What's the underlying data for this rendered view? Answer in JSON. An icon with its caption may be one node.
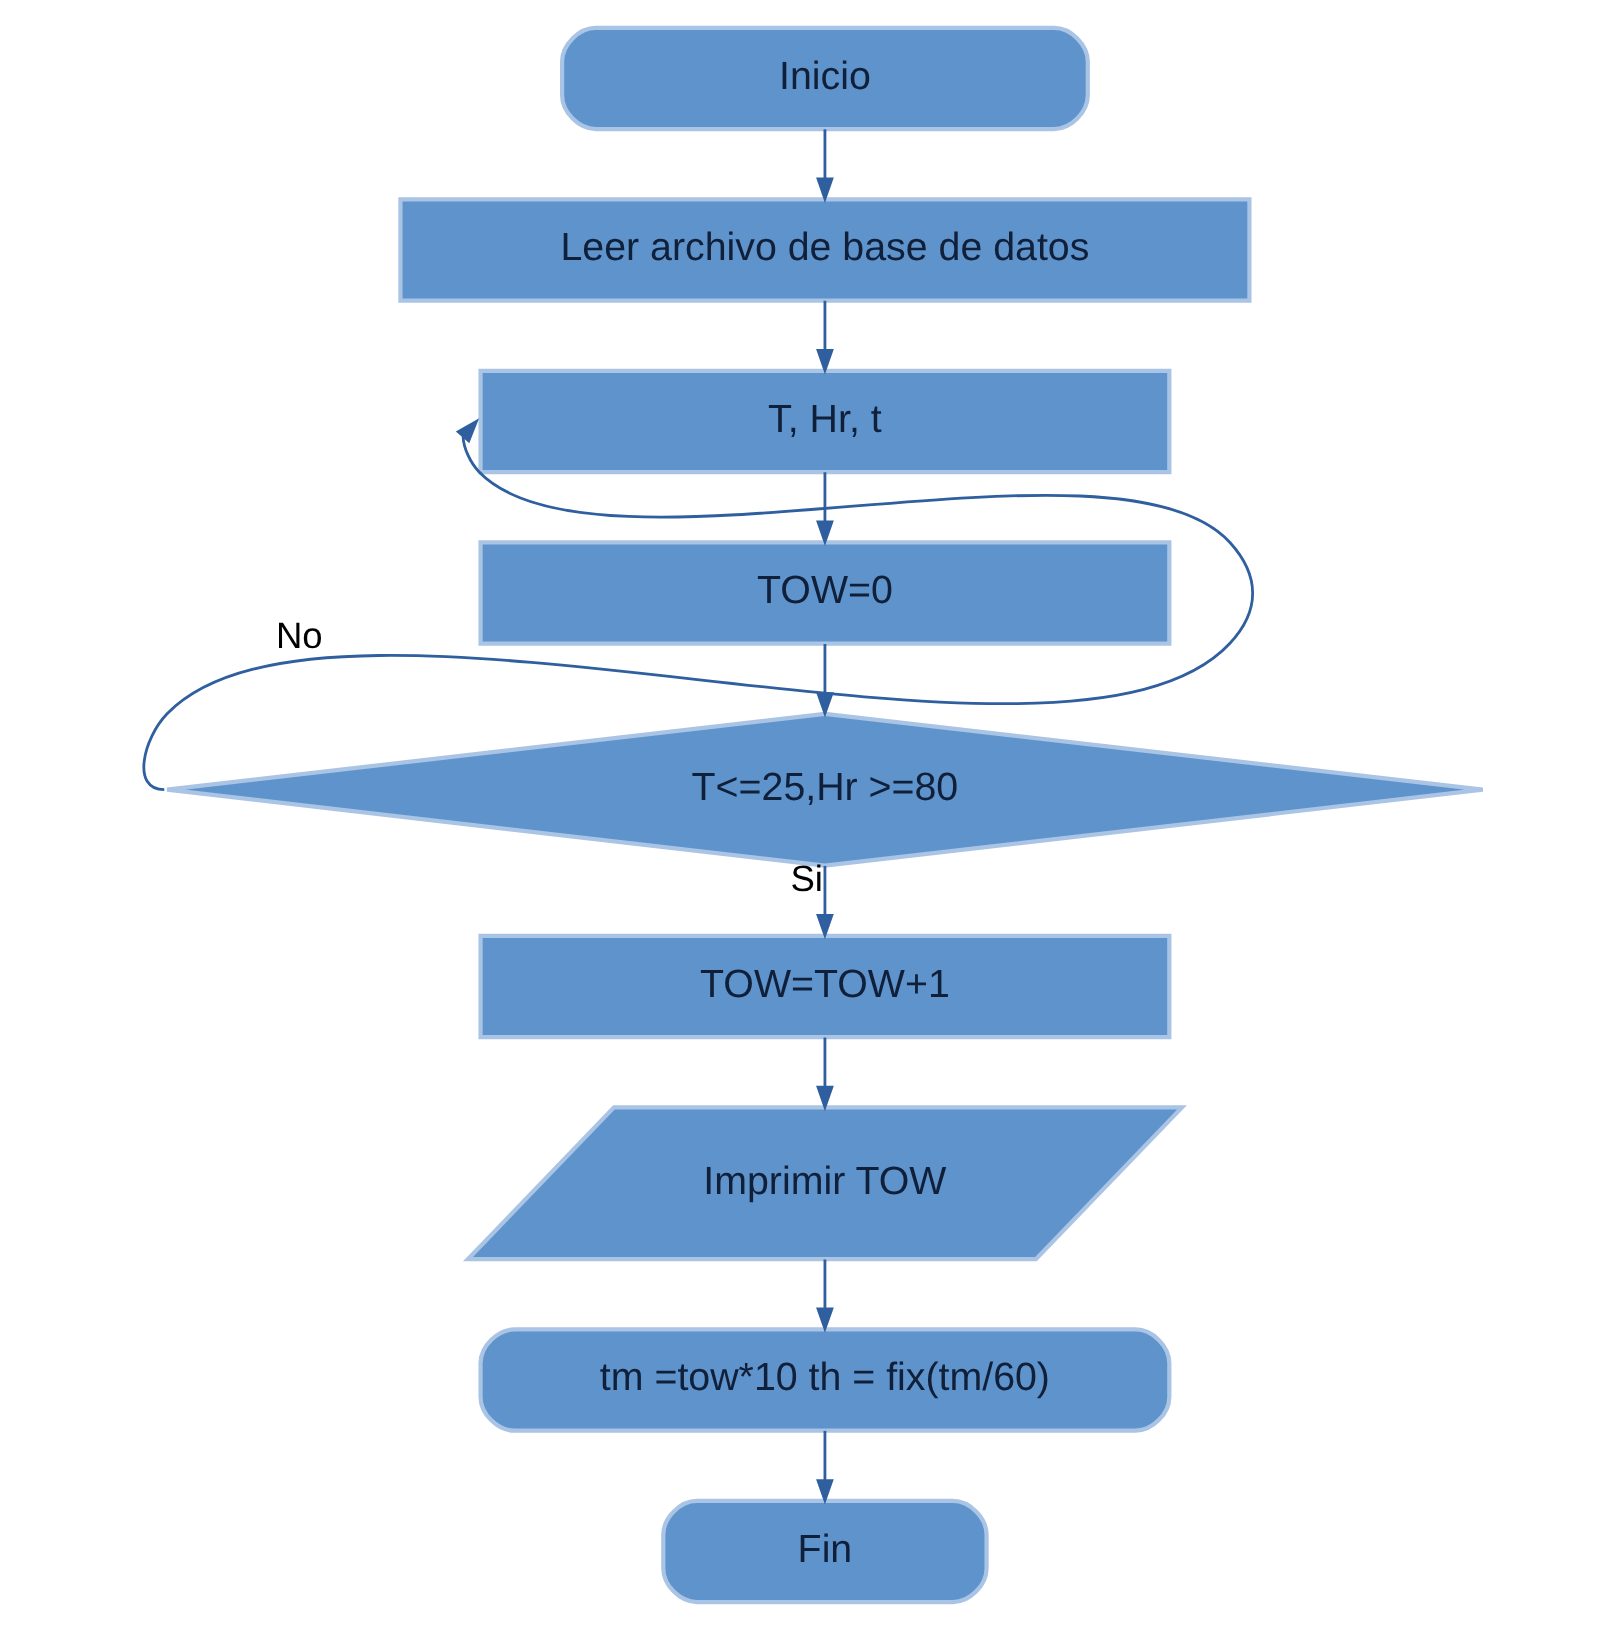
{
  "diagram": {
    "nodes": [
      {
        "text": [
          "Inicio"
        ]
      },
      {
        "text": [
          "Leer archivo de base de datos"
        ]
      },
      {
        "text": [
          "T, Hr, t"
        ]
      },
      {
        "text": [
          "TOW=0"
        ]
      },
      {
        "text": [
          "T<=25,Hr >=80"
        ]
      },
      {
        "text": [
          "TOW=TOW+1"
        ]
      },
      {
        "text": [
          "Imprimir TOW"
        ]
      },
      {
        "text": [
          "tm =tow*10 th = fix(tm/60)"
        ]
      },
      {
        "text": [
          "Fin"
        ]
      }
    ],
    "edges": [
      {
        "from": 0,
        "to": 1,
        "arrow": "to"
      },
      {
        "from": 1,
        "to": 2,
        "arrow": "to"
      },
      {
        "from": 2,
        "to": 3,
        "arrow": "to"
      },
      {
        "from": 3,
        "to": 4,
        "arrow": "to"
      },
      {
        "from": 4,
        "to": 5,
        "arrow": "to",
        "label": "Si"
      },
      {
        "from": 5,
        "to": 6,
        "arrow": "to"
      },
      {
        "from": 6,
        "to": 7,
        "arrow": "to"
      },
      {
        "from": 7,
        "to": 8,
        "arrow": "to"
      },
      {
        "from": 4,
        "to": 2,
        "arrow": "to",
        "label": "No"
      }
    ]
  }
}
